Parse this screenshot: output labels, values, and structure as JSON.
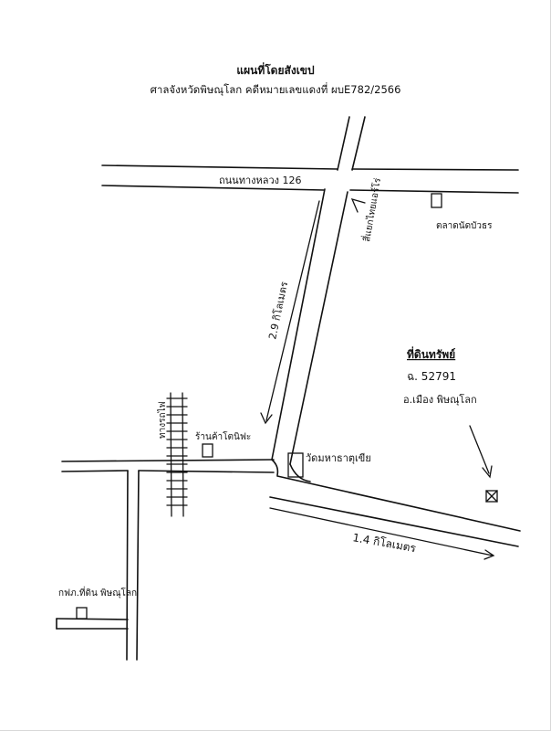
{
  "title": "แผนที่โดยสังเขป",
  "subtitle": "ศาลจังหวัดพิษณุโลก    คดีหมายเลขแดงที่ ผบE782/2566",
  "labels": {
    "highway": "ถนนทางหลวง 126",
    "distance_north": "2.9 กิโลเมตร",
    "intersection": "สี่แยกไทยแอร์โร่",
    "market": "ตลาดนัดบัวธร",
    "railway": "ทางรถไฟ",
    "shop": "ร้านค้าโตนิฟะ",
    "temple": "วัดมหาธาตุเขีย",
    "property_title": "ที่ดินทรัพย์",
    "deed_number": "ฉ. 52791",
    "location": "อ.เมือง พิษณุโลก",
    "distance_east": "1.4 กิโลเมตร",
    "office": "กฟภ.ที่ดิน พิษณุโลก"
  },
  "icons": {
    "property_marker": "crossed-box-icon",
    "north_arrow": "arrow-down-icon",
    "east_arrow": "arrow-right-icon"
  },
  "colors": {
    "ink": "#111111",
    "paper": "#ffffff"
  }
}
